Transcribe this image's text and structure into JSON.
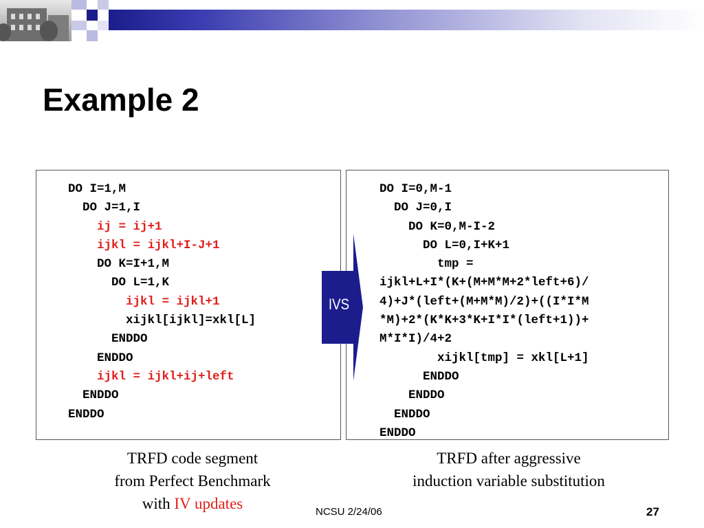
{
  "slide": {
    "title": "Example 2",
    "accent_color": "#1b1d8c",
    "highlight_color": "#e0201b"
  },
  "left_code": {
    "lines": [
      {
        "text": "DO I=1,M",
        "highlight": false
      },
      {
        "text": "  DO J=1,I",
        "highlight": false
      },
      {
        "text": "    ij = ij+1",
        "highlight": true
      },
      {
        "text": "    ijkl = ijkl+I-J+1",
        "highlight": true
      },
      {
        "text": "    DO K=I+1,M",
        "highlight": false
      },
      {
        "text": "      DO L=1,K",
        "highlight": false
      },
      {
        "text": "        ijkl = ijkl+1",
        "highlight": true
      },
      {
        "text": "        xijkl[ijkl]=xkl[L]",
        "highlight": false
      },
      {
        "text": "      ENDDO",
        "highlight": false
      },
      {
        "text": "    ENDDO",
        "highlight": false
      },
      {
        "text": "    ijkl = ijkl+ij+left",
        "highlight": true
      },
      {
        "text": "  ENDDO",
        "highlight": false
      },
      {
        "text": "ENDDO",
        "highlight": false
      }
    ]
  },
  "right_code": {
    "lines": [
      {
        "text": "DO I=0,M-1",
        "highlight": false
      },
      {
        "text": "  DO J=0,I",
        "highlight": false
      },
      {
        "text": "    DO K=0,M-I-2",
        "highlight": false
      },
      {
        "text": "      DO L=0,I+K+1",
        "highlight": false
      },
      {
        "text": "        tmp =",
        "highlight": false
      },
      {
        "text": "ijkl+L+I*(K+(M+M*M+2*left+6)/",
        "highlight": false
      },
      {
        "text": "4)+J*(left+(M+M*M)/2)+((I*I*M",
        "highlight": false
      },
      {
        "text": "*M)+2*(K*K+3*K+I*I*(left+1))+",
        "highlight": false
      },
      {
        "text": "M*I*I)/4+2",
        "highlight": false
      },
      {
        "text": "        xijkl[tmp] = xkl[L+1]",
        "highlight": false
      },
      {
        "text": "      ENDDO",
        "highlight": false
      },
      {
        "text": "    ENDDO",
        "highlight": false
      },
      {
        "text": "  ENDDO",
        "highlight": false
      },
      {
        "text": "ENDDO",
        "highlight": false
      }
    ]
  },
  "arrow": {
    "label": "IVS",
    "color": "#1b1d8c"
  },
  "captions": {
    "left_line1": "TRFD code segment",
    "left_line2": "from Perfect Benchmark",
    "left_line3_prefix": "with ",
    "left_line3_highlight": "IV updates",
    "right_line1": "TRFD after aggressive",
    "right_line2": "induction variable substitution"
  },
  "footer": {
    "center_text": "NCSU 2/24/06",
    "page_number": "27"
  }
}
